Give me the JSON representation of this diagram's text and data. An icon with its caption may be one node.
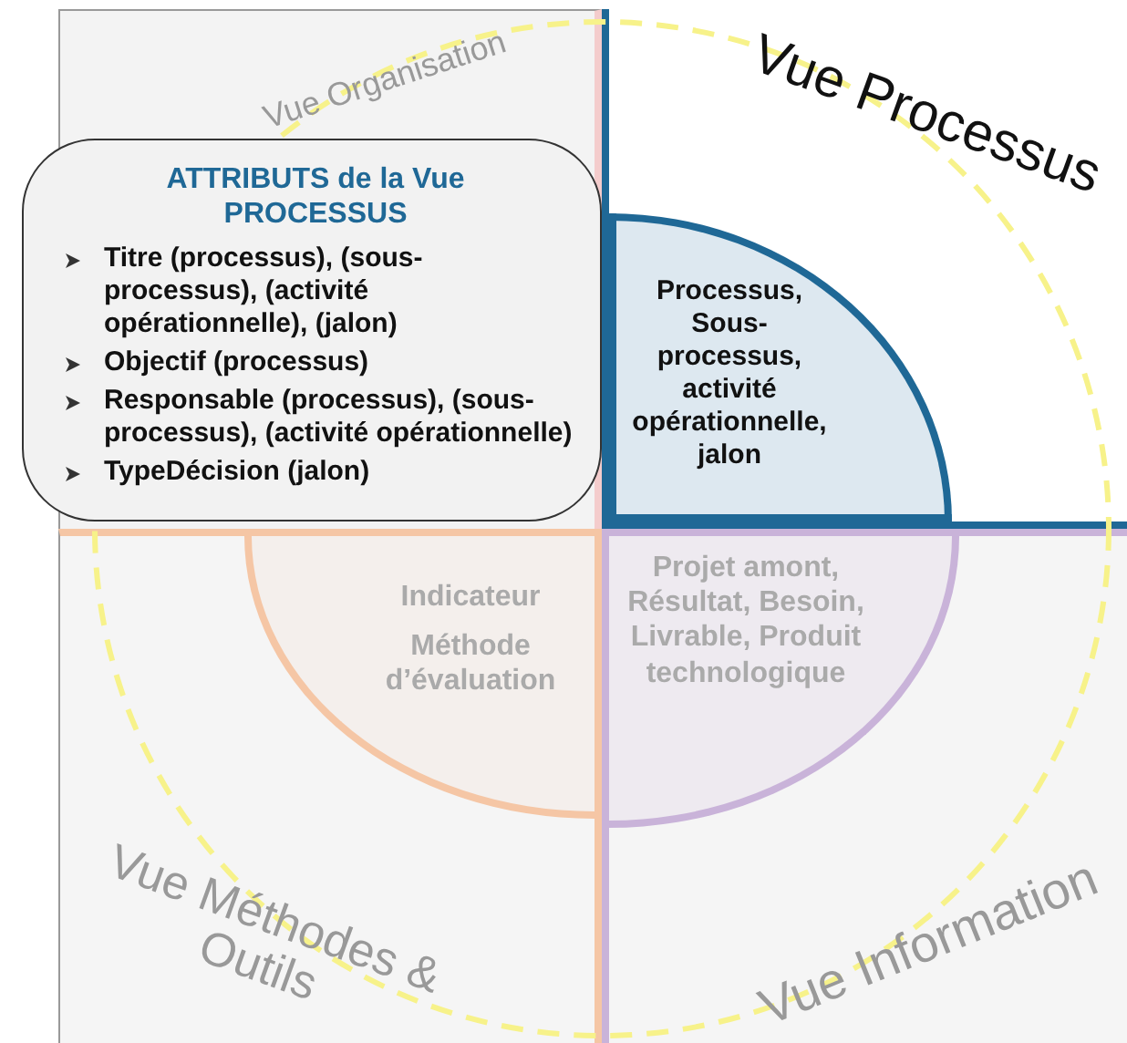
{
  "diagram": {
    "nodes": [
      {
        "text": [
          "Vue Organisation"
        ]
      },
      {
        "text": [
          "Vue Processus"
        ]
      },
      {
        "text": [
          "Processus, Sous-processus, activité opérationnelle, jalon"
        ],
        "in": 1
      },
      {
        "text": [
          "Vue Méthodes & Outils"
        ]
      },
      {
        "text": [
          "Indicateur",
          "Méthode d’évaluation"
        ],
        "in": 3
      },
      {
        "text": [
          "Vue Information"
        ]
      },
      {
        "text": [
          "Projet amont, Résultat, Besoin, Livrable, Produit technologique"
        ],
        "in": 5
      },
      {
        "text": [
          "ATTRIBUTS de la Vue PROCESSUS",
          "Titre (processus), (sous-processus), (activité opérationnelle), (jalon)",
          "Objectif (processus)",
          "Responsable (processus), (sous-processus), (activité opérationnelle)",
          "TypeDécision (jalon)"
        ]
      }
    ],
    "edges": []
  }
}
